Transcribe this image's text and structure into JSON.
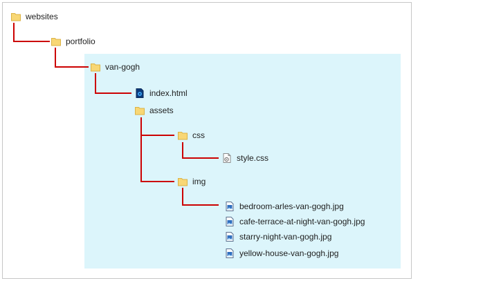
{
  "colors": {
    "connector": "#cc0000",
    "highlight": "#dcf5fb",
    "folder": "#f8d775",
    "folder_border": "#dbb244"
  },
  "tree": {
    "websites": {
      "label": "websites",
      "icon": "folder-icon"
    },
    "portfolio": {
      "label": "portfolio",
      "icon": "folder-icon"
    },
    "van_gogh": {
      "label": "van-gogh",
      "icon": "folder-icon"
    },
    "index_html": {
      "label": "index.html",
      "icon": "html-file-icon"
    },
    "assets": {
      "label": "assets",
      "icon": "folder-icon"
    },
    "css": {
      "label": "css",
      "icon": "folder-icon"
    },
    "style_css": {
      "label": "style.css",
      "icon": "css-file-icon"
    },
    "img": {
      "label": "img",
      "icon": "folder-icon"
    },
    "images": [
      {
        "label": "bedroom-arles-van-gogh.jpg",
        "icon": "image-file-icon"
      },
      {
        "label": "cafe-terrace-at-night-van-gogh.jpg",
        "icon": "image-file-icon"
      },
      {
        "label": "starry-night-van-gogh.jpg",
        "icon": "image-file-icon"
      },
      {
        "label": "yellow-house-van-gogh.jpg",
        "icon": "image-file-icon"
      }
    ]
  }
}
